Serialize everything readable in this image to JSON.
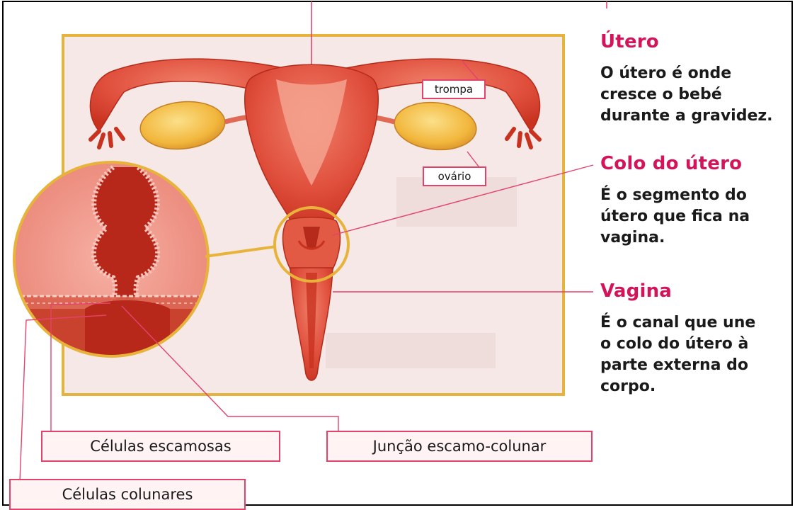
{
  "labels": {
    "tube": "trompa",
    "ovary": "ovário",
    "squamous_cells": "Células escamosas",
    "junction": "Junção escamo-colunar",
    "columnar_cells": "Células colunares"
  },
  "sections": [
    {
      "title": "Útero",
      "text": "O útero é onde\ncresce o bebé\ndurante a gravidez."
    },
    {
      "title": "Colo do útero",
      "text": "É o segmento do\nútero que fica na\nvagina."
    },
    {
      "title": "Vagina",
      "text": "É o canal que une\no colo do útero à\nparte externa do\ncorpo."
    }
  ],
  "colors": {
    "accent": "#d4145a",
    "leader": "#e3436b",
    "frame": "#e8b33a",
    "tissue": "#d83a2c",
    "ovary": "#f2b73d"
  }
}
